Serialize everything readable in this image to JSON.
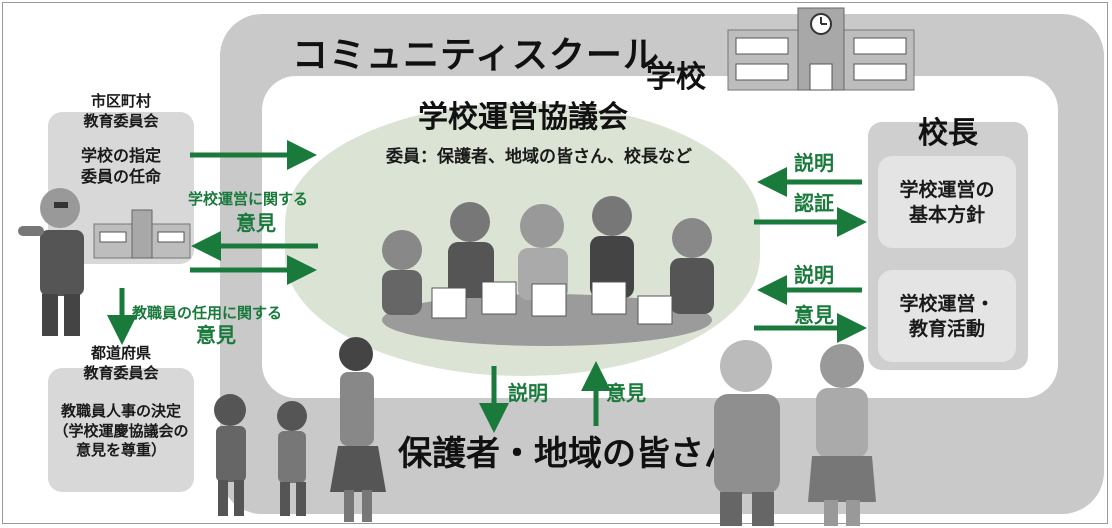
{
  "outer_title": "コミュニティスクール",
  "school_label": "学校",
  "council_title": "学校運営協議会",
  "council_members": "委員：保護者、地域の皆さん、校長など",
  "principal": {
    "title": "校長",
    "policy_box": "学校運営の\n基本方針",
    "activity_box": "学校運営・\n教育活動"
  },
  "municipal_board": {
    "title": "市区町村\n教育委員会",
    "body": "学校の指定\n委員の任命"
  },
  "prefectural_board": {
    "title": "都道府県\n教育委員会",
    "body": "教職員人事の決定\n（学校運慶協議会の\n意見を尊重）"
  },
  "community_label": "保護者・地域の皆さん",
  "arrow_labels": {
    "school_operation_top": "学校運営に関する",
    "school_operation_bottom": "意見",
    "staff_appointment_top": "教職員の任用に関する",
    "staff_appointment_bottom": "意見",
    "principal_explain_1": "説明",
    "principal_approve": "認証",
    "principal_explain_2": "説明",
    "principal_opinion": "意見",
    "community_explain": "説明",
    "community_opinion": "意見"
  },
  "colors": {
    "arrow_green": "#1a7a3c",
    "outer_gray": "#c9c9c9",
    "council_fill": "#dbe3d4",
    "box_gray": "#d8d8d8"
  }
}
